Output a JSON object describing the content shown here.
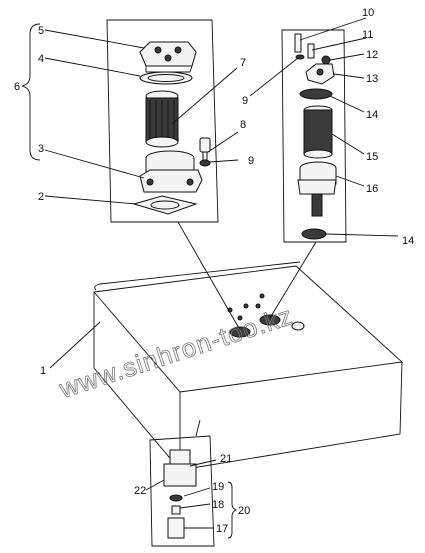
{
  "diagram": {
    "part_labels": {
      "p1": "1",
      "p2": "2",
      "p3": "3",
      "p4": "4",
      "p5": "5",
      "p6": "6",
      "p7": "7",
      "p8": "8",
      "p9a": "9",
      "p9b": "9",
      "p10": "10",
      "p11": "11",
      "p12": "12",
      "p13": "13",
      "p14a": "14",
      "p14b": "14",
      "p15": "15",
      "p16": "16",
      "p17": "17",
      "p18": "18",
      "p19": "19",
      "p20": "20",
      "p21": "21",
      "p22": "22"
    },
    "watermark": "www.sinhron-too.kz"
  }
}
